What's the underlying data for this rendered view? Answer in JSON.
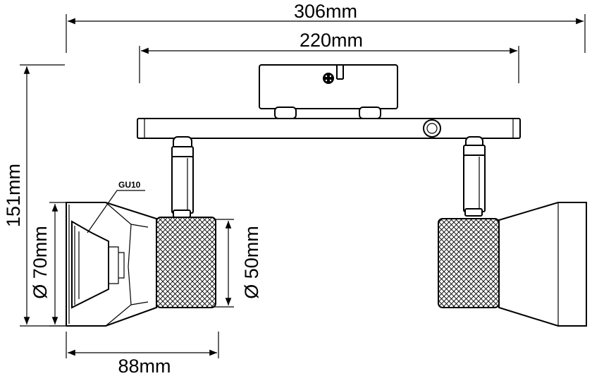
{
  "dimensions": {
    "overall_width": "306mm",
    "rail_width": "220mm",
    "height": "151mm",
    "head_diameter": "Ø 70mm",
    "lamp_diameter": "Ø 50mm",
    "head_depth": "88mm"
  },
  "labels": {
    "bulb_type": "GU10"
  }
}
